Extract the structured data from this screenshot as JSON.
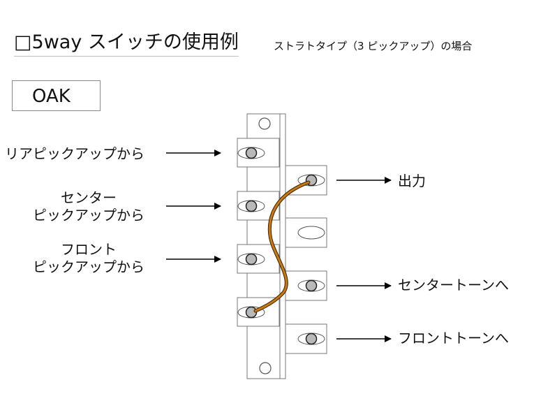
{
  "header": {
    "title": "□5way スイッチの使用例",
    "subtitle": "ストラトタイプ（3 ピックアップ）の場合"
  },
  "brand": {
    "label": "OAK"
  },
  "inputs": {
    "rear": {
      "label": "リアピックアップから"
    },
    "center": {
      "line1": "センター",
      "line2": "ピックアップから"
    },
    "front": {
      "line1": "フロント",
      "line2": "ピックアップから"
    }
  },
  "outputs": {
    "out": {
      "label": "出力"
    },
    "center_tone": {
      "label": "センタートーンへ"
    },
    "front_tone": {
      "label": "フロントトーンへ"
    }
  },
  "colors": {
    "wire": "#c87a10",
    "wire_outline": "#3a2200",
    "contact_fill": "#b9b9b9",
    "plate_stroke": "#777777"
  }
}
